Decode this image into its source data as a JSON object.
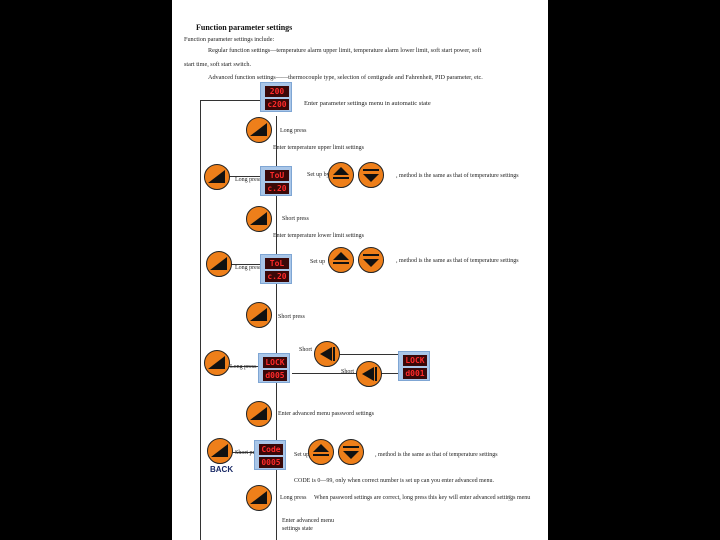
{
  "doc": {
    "title": "Function parameter settings",
    "intro": "Function parameter settings include:",
    "regular_1": "Regular function settings—temperature alarm upper limit, temperature alarm lower limit, soft start power, soft",
    "regular_2": "start time, soft start switch.",
    "advanced": "Advanced function settings——thermocouple type, selection of centigrade and Fahrenheit, PID parameter, etc."
  },
  "displays": {
    "d1": [
      "200",
      "c200"
    ],
    "d2": [
      "ToU",
      "c.20"
    ],
    "d3": [
      "ToL",
      "c.20"
    ],
    "d4": [
      "LOCK",
      "d005"
    ],
    "d5": [
      "LOCK",
      "d001"
    ],
    "d6": [
      "Code",
      "0005"
    ]
  },
  "labels": {
    "enter_param": "Enter parameter settings menu in automatic state",
    "long_press": "Long press",
    "enter_upper": "Enter temperature upper limit settings",
    "set_up_by": "Set up by",
    "same_method": ", method is the same as that of temperature settings",
    "short_press": "Short press",
    "enter_lower": "Enter temperature lower limit settings",
    "set_up": "Set up",
    "short": "Short",
    "enter_pw": "Enter advanced menu password settings",
    "set_up_short": "Set up",
    "code_note": "CODE is 0—99, only when correct number is set up can you enter advanced menu.",
    "pw_correct": "When password settings are correct, long press this key will enter advanced settings menu",
    "enter_adv_1": "Enter advanced menu",
    "enter_adv_2": "settings state",
    "back": "BACK",
    "page_num": "5"
  },
  "icons": {
    "set_button": "set-triangle-icon",
    "up_button": "up-arrow-icon",
    "down_button": "down-arrow-icon",
    "shift_button": "shift-left-icon"
  },
  "colors": {
    "button_fill": "#ee7f1a",
    "display_frame": "#a9c6e8",
    "segment_text": "#ff2a2a",
    "back_text": "#1a2a66"
  }
}
